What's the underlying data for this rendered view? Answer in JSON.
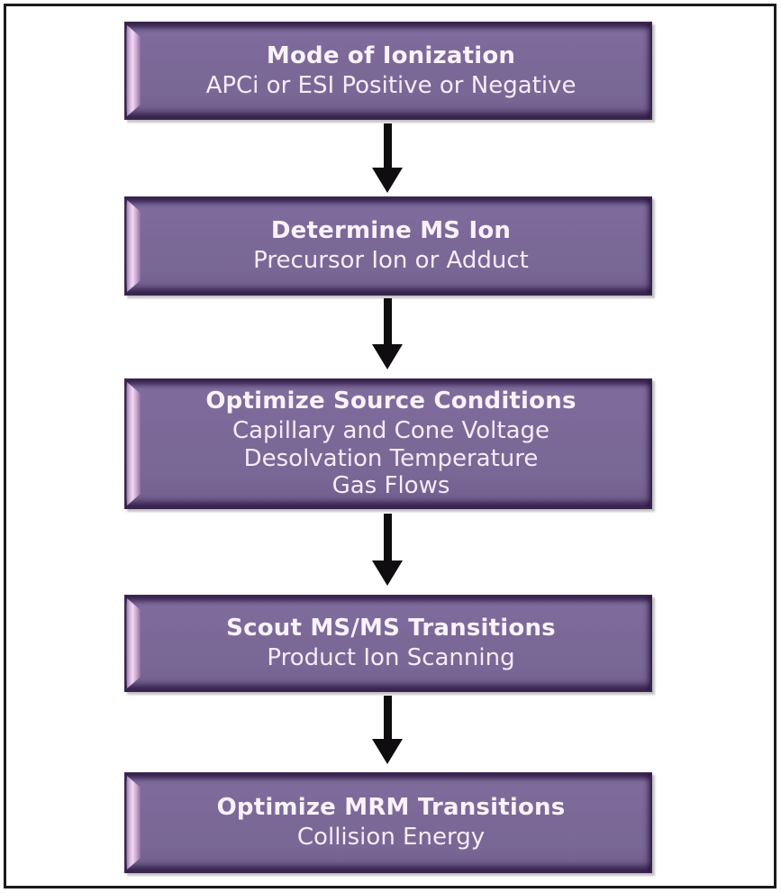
{
  "page": {
    "background_color": "#ffffff",
    "frame_color": "#1a1a1a"
  },
  "flowchart": {
    "box_fill_color": "#796795",
    "box_border_color": "#3a2650",
    "bevel_highlight_color": "#eed9f1",
    "text_color": "#f8f2fa",
    "arrow_color": "#0f0d10",
    "steps": [
      {
        "title": "Mode of Ionization",
        "subtitle": "APCi or ESI Positive or Negative"
      },
      {
        "title": "Determine MS Ion",
        "subtitle": "Precursor Ion or Adduct"
      },
      {
        "title": "Optimize Source Conditions",
        "subtitle": "Capillary and Cone Voltage\nDesolvation Temperature\nGas Flows"
      },
      {
        "title": "Scout MS/MS Transitions",
        "subtitle": "Product Ion Scanning"
      },
      {
        "title": "Optimize MRM Transitions",
        "subtitle": "Collision Energy"
      }
    ]
  }
}
